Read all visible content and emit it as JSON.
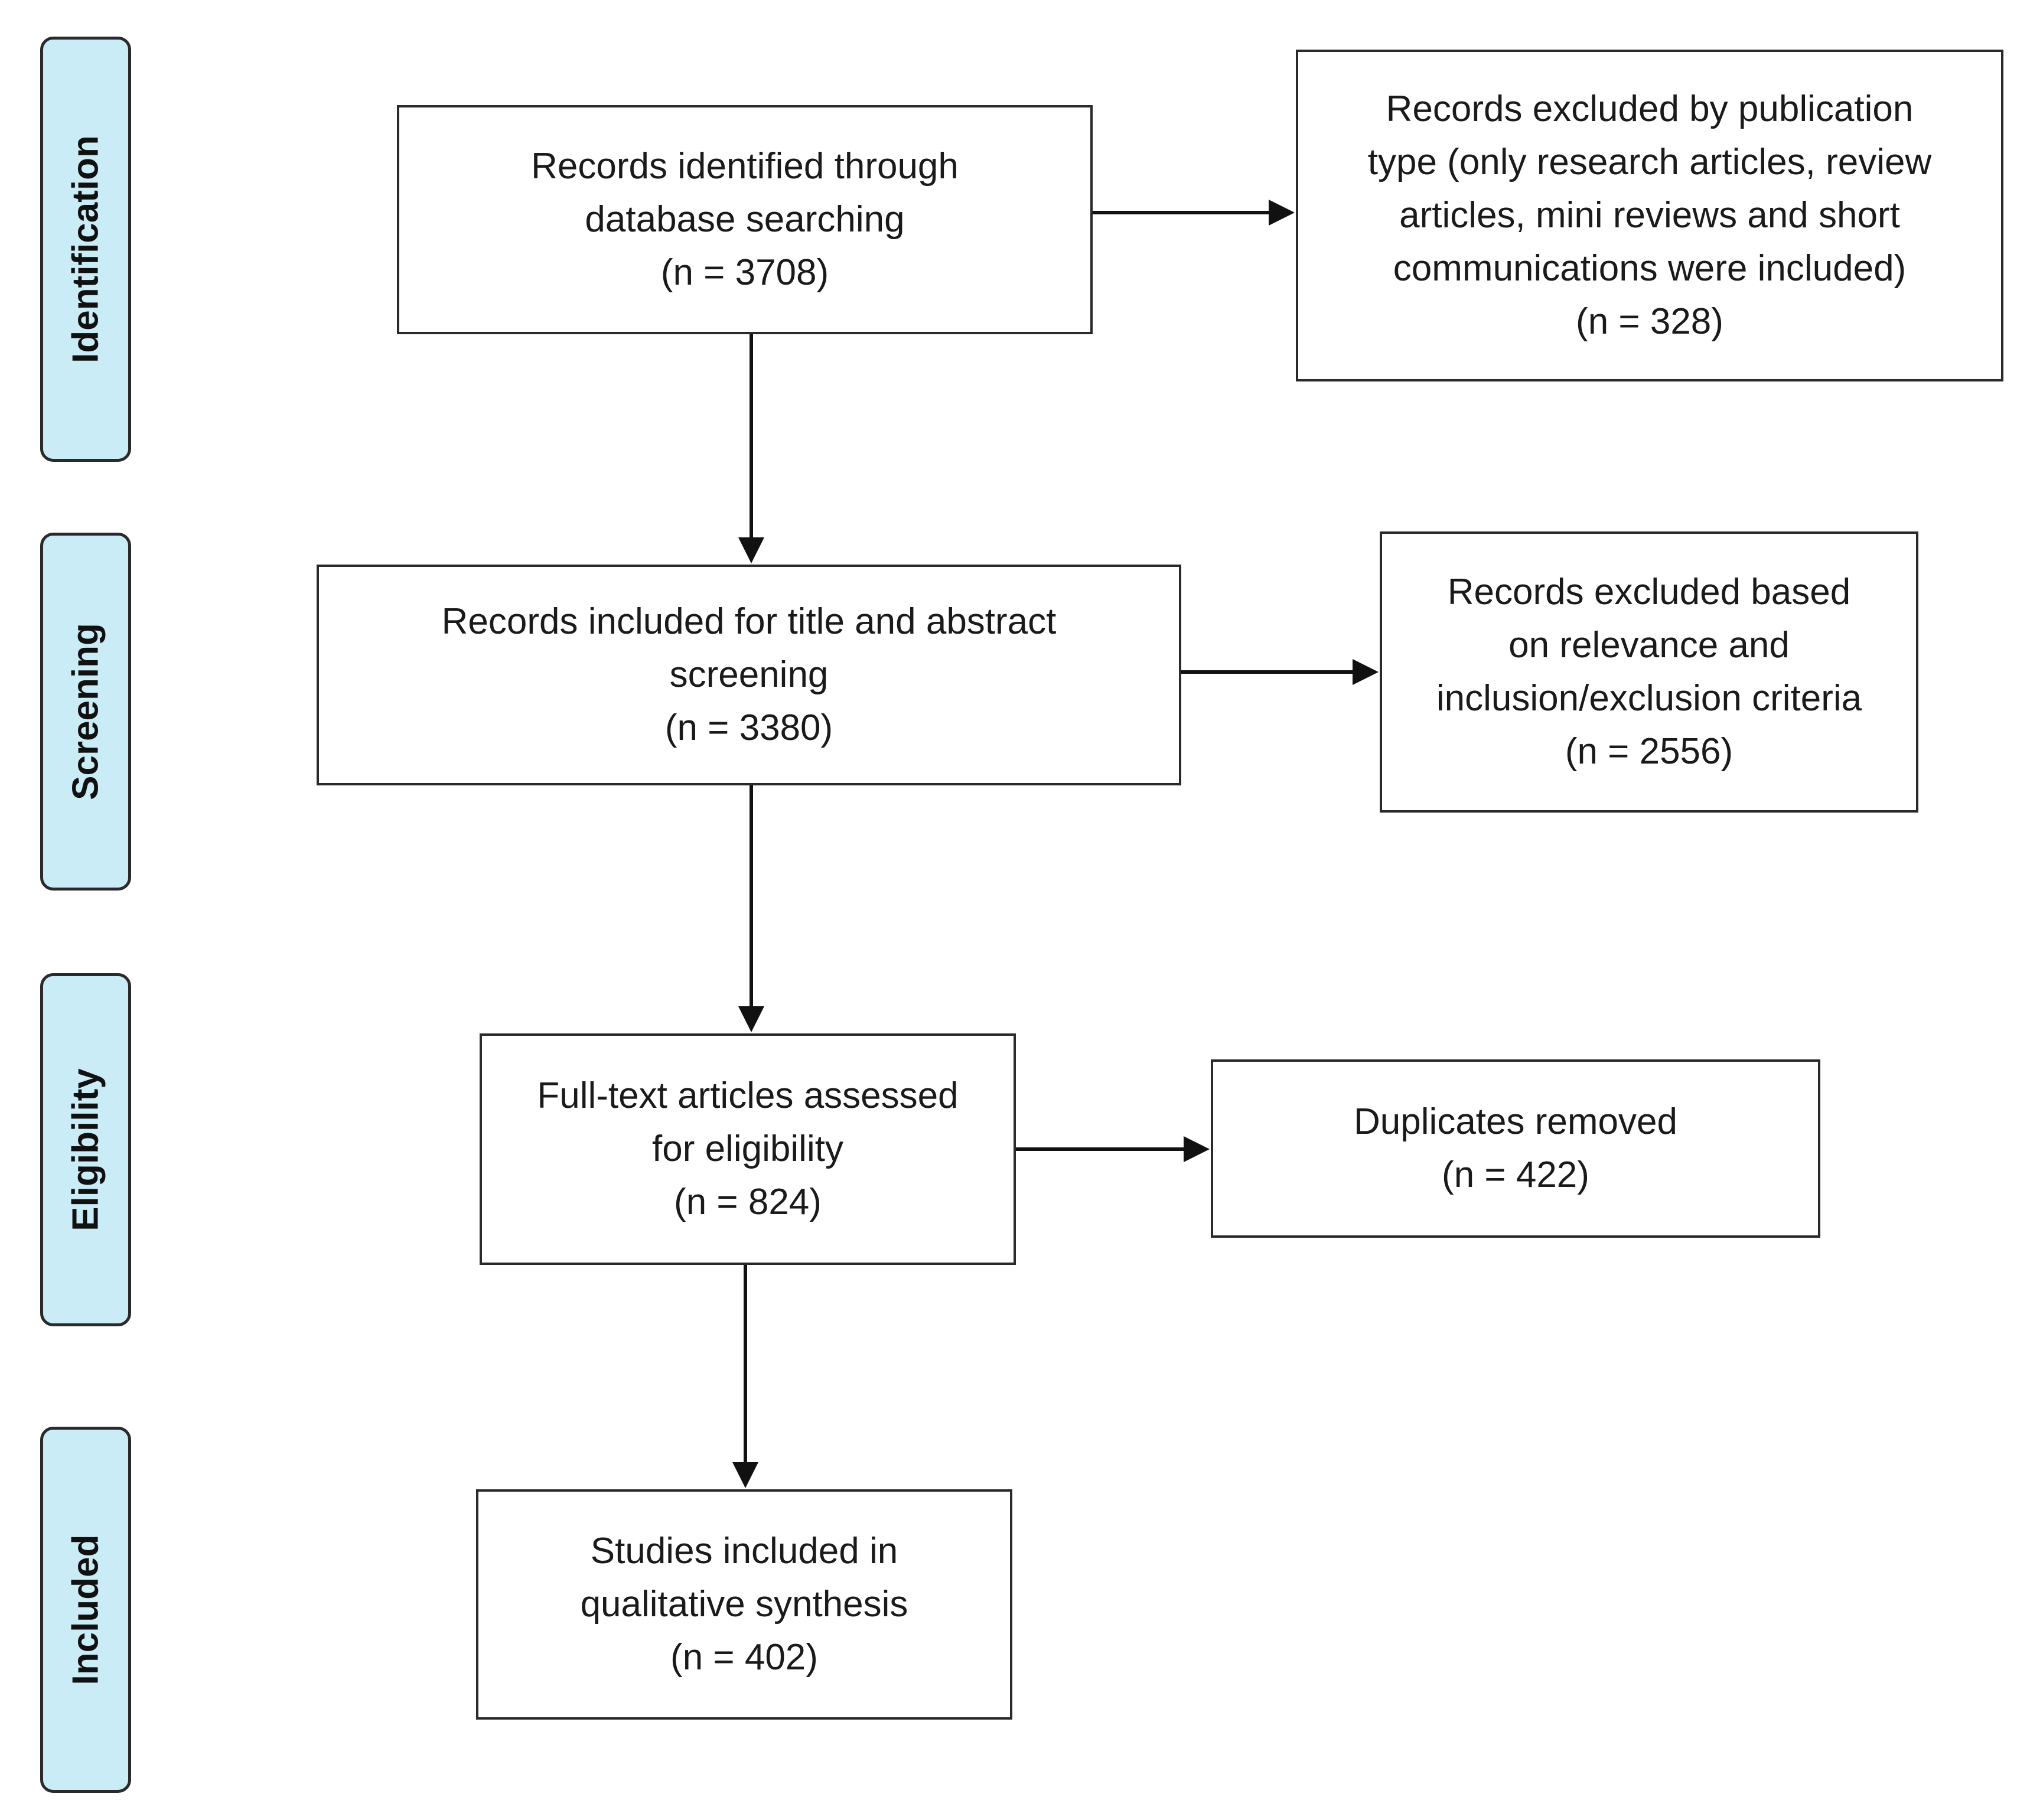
{
  "stages": {
    "identification": "Identification",
    "screening": "Screening",
    "eligibility": "Eligibility",
    "included": "Included"
  },
  "boxes": {
    "identified": {
      "line1": "Records identified through",
      "line2": "database searching",
      "line3": "(n = 3708)"
    },
    "excluded_publication": {
      "line1": "Records excluded by publication",
      "line2": "type (only research articles, review",
      "line3": "articles, mini reviews and short",
      "line4": "communications were included)",
      "line5": "(n = 328)"
    },
    "screened": {
      "line1": "Records included for title and abstract",
      "line2": "screening",
      "line3": "(n =  3380)"
    },
    "excluded_relevance": {
      "line1": "Records excluded based",
      "line2": "on relevance and",
      "line3": "inclusion/exclusion criteria",
      "line4": "(n = 2556)"
    },
    "fulltext": {
      "line1": "Full-text articles assessed",
      "line2": "for eligibility",
      "line3": "(n = 824)"
    },
    "duplicates": {
      "line1": "Duplicates removed",
      "line2": "(n =  422)"
    },
    "included": {
      "line1": "Studies included in",
      "line2": "qualitative synthesis",
      "line3": "(n = 402)"
    }
  }
}
